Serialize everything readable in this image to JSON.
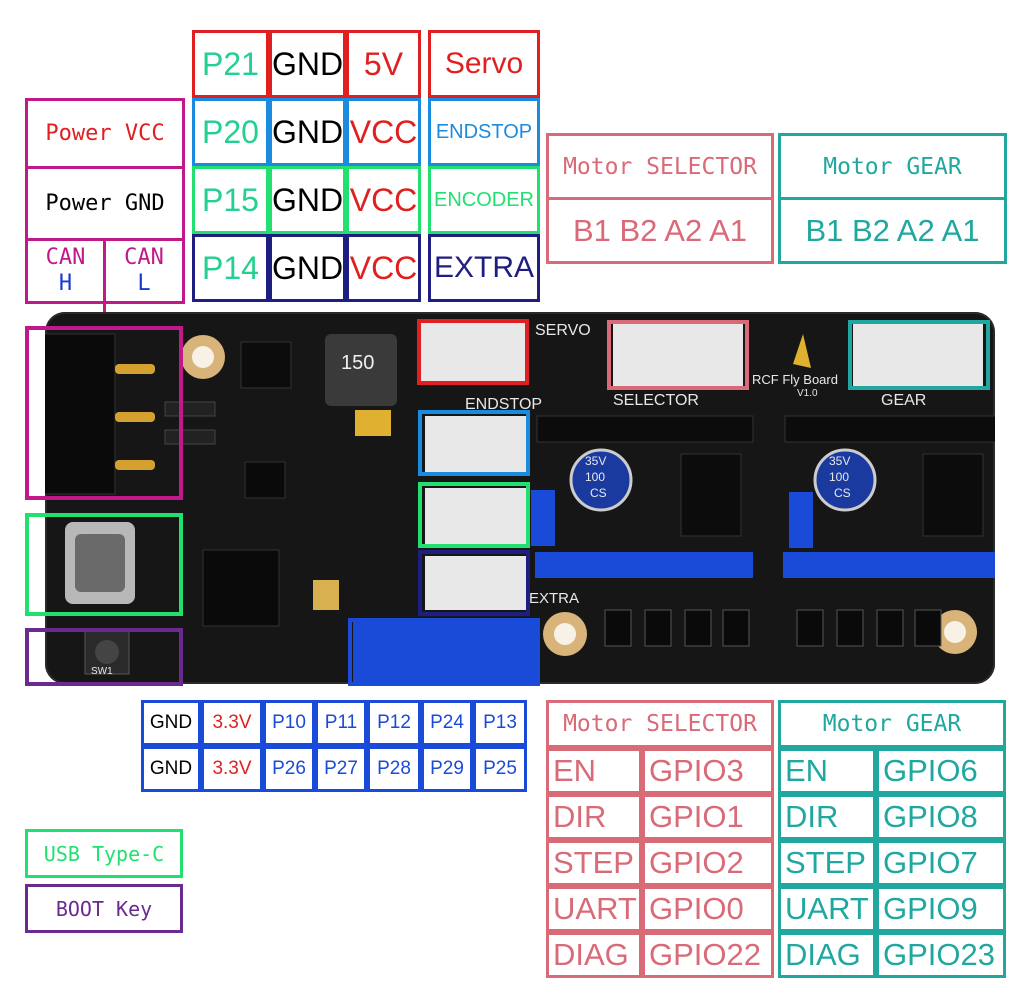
{
  "colors": {
    "red": "#e02020",
    "blue": "#1a8ce0",
    "green": "#22e070",
    "navy": "#1e1e80",
    "magenta": "#c01a8a",
    "pink": "#d96a78",
    "teal": "#20a8a0",
    "purple": "#6a2a90",
    "gpio_blue": "#1a4ad8",
    "board": "#141414"
  },
  "connectors_table": {
    "rows": [
      {
        "pin": "P21",
        "gnd": "GND",
        "v": "5V",
        "name": "Servo",
        "color": "#e02020",
        "pin_color": "#22d090",
        "v_color": "#e02020",
        "name_color": "#e02020"
      },
      {
        "pin": "P20",
        "gnd": "GND",
        "v": "VCC",
        "name": "ENDSTOP",
        "color": "#1a8ce0",
        "pin_color": "#22d090",
        "v_color": "#e02020",
        "name_color": "#1a8ce0"
      },
      {
        "pin": "P15",
        "gnd": "GND",
        "v": "VCC",
        "name": "ENCODER",
        "color": "#22e070",
        "pin_color": "#22d090",
        "v_color": "#e02020",
        "name_color": "#22e070"
      },
      {
        "pin": "P14",
        "gnd": "GND",
        "v": "VCC",
        "name": "EXTRA",
        "color": "#1e1e80",
        "pin_color": "#22d090",
        "v_color": "#e02020",
        "name_color": "#1e1e80"
      }
    ]
  },
  "power_block": {
    "vcc": "Power VCC",
    "gnd": "Power GND",
    "can_h_top": "CAN",
    "can_h_bottom": "H",
    "can_l_top": "CAN",
    "can_l_bottom": "L"
  },
  "motor_selector_top": {
    "title": "Motor SELECTOR",
    "pins": "B1 B2 A2 A1"
  },
  "motor_gear_top": {
    "title": "Motor GEAR",
    "pins": "B1 B2 A2 A1"
  },
  "board_labels": {
    "servo": "SERVO",
    "endstop": "ENDSTOP",
    "selector": "SELECTOR",
    "gear": "GEAR",
    "extra": "EXTRA",
    "brand": "RCF Fly Board",
    "version": "V1.0",
    "inductor": "150",
    "sw": "SW1",
    "cap1_a": "35V",
    "cap1_b": "100",
    "cap1_c": "CS",
    "cap2_a": "35V",
    "cap2_b": "100",
    "cap2_c": "CS"
  },
  "gpio_table": {
    "row1": [
      "GND",
      "3.3V",
      "P10",
      "P11",
      "P12",
      "P24",
      "P13"
    ],
    "row2": [
      "GND",
      "3.3V",
      "P26",
      "P27",
      "P28",
      "P29",
      "P25"
    ]
  },
  "motor_selector_pins": {
    "title": "Motor SELECTOR",
    "rows": [
      {
        "name": "EN",
        "gpio": "GPIO3"
      },
      {
        "name": "DIR",
        "gpio": "GPIO1"
      },
      {
        "name": "STEP",
        "gpio": "GPIO2"
      },
      {
        "name": "UART",
        "gpio": "GPIO0"
      },
      {
        "name": "DIAG",
        "gpio": "GPIO22"
      }
    ]
  },
  "motor_gear_pins": {
    "title": "Motor GEAR",
    "rows": [
      {
        "name": "EN",
        "gpio": "GPIO6"
      },
      {
        "name": "DIR",
        "gpio": "GPIO8"
      },
      {
        "name": "STEP",
        "gpio": "GPIO7"
      },
      {
        "name": "UART",
        "gpio": "GPIO9"
      },
      {
        "name": "DIAG",
        "gpio": "GPIO23"
      }
    ]
  },
  "legend": {
    "usb": "USB Type-C",
    "boot": "BOOT Key"
  }
}
